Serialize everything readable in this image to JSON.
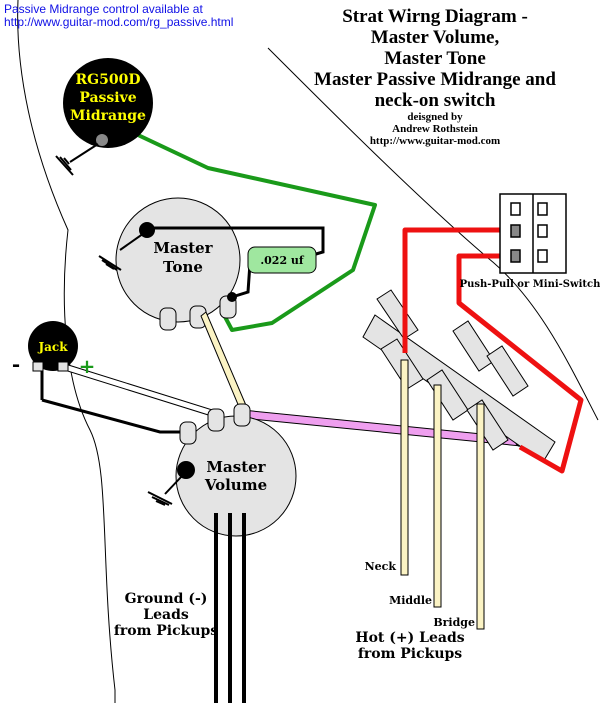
{
  "header": {
    "link_line1": "Passive Midrange control available at",
    "link_line2": "http://www.guitar-mod.com/rg_passive.html"
  },
  "title": {
    "line1": "Strat Wirng Diagram -",
    "line2": "Master Volume,",
    "line3": "Master Tone",
    "line4": "Master Passive Midrange and",
    "line5": "neck-on switch",
    "credit1": "deisgned by",
    "credit2": "Andrew Rothstein",
    "credit3": "http://www.guitar-mod.com"
  },
  "components": {
    "midrange_line1": "RG500D",
    "midrange_line2": "Passive",
    "midrange_line3": "Midrange",
    "tone_line1": "Master",
    "tone_line2": "Tone",
    "capacitor": ".022 uf",
    "jack": "Jack",
    "jack_minus": "-",
    "jack_plus": "+",
    "volume_line1": "Master",
    "volume_line2": "Volume",
    "switch_label": "Push-Pull or Mini-Switch"
  },
  "leads": {
    "neck": "Neck",
    "middle": "Middle",
    "bridge": "Bridge",
    "ground_line1": "Ground (-)",
    "ground_line2": "Leads",
    "ground_line3": "from Pickups",
    "hot_line1": "Hot (+) Leads",
    "hot_line2": "from Pickups"
  },
  "colors": {
    "green_wire": "#1a9a1a",
    "red_wire": "#ee1111",
    "pink_wire": "#ef9fef",
    "cream_wire": "#fbf3c4",
    "pot_fill": "#e4e4e4",
    "cap_fill": "#9fe79f",
    "link": "#1010e6"
  }
}
